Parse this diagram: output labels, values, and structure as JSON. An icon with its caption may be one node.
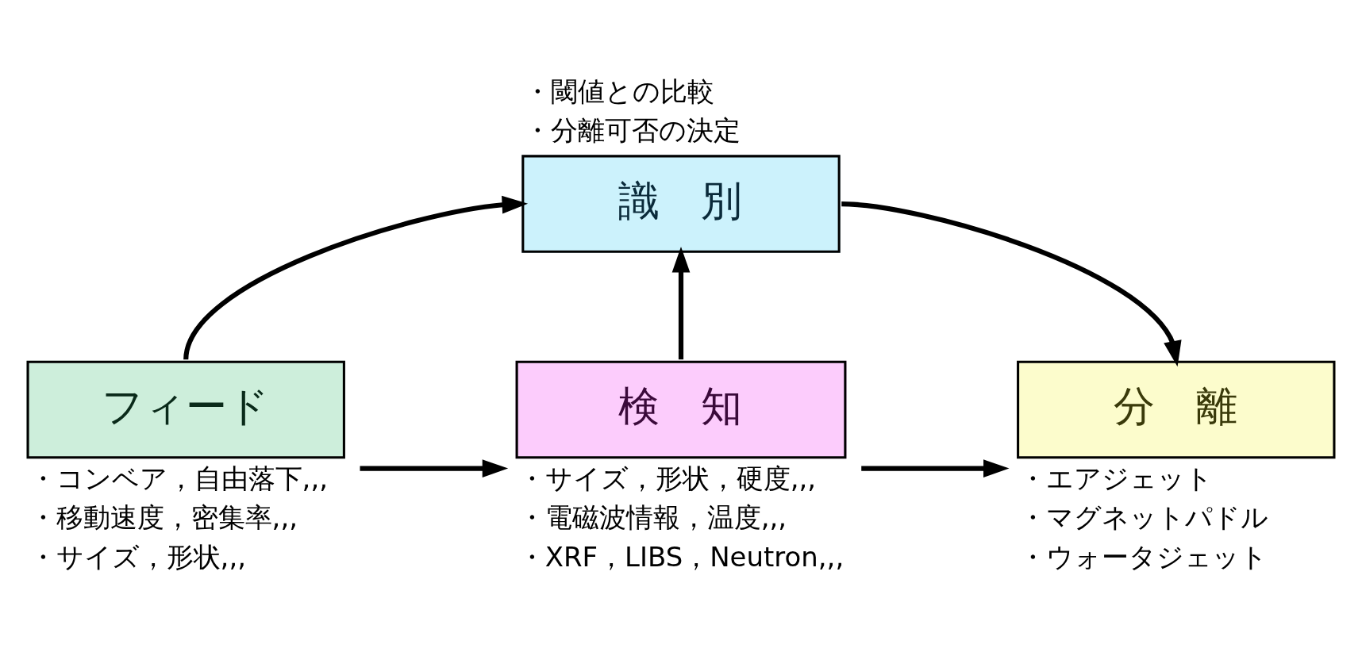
{
  "diagram": {
    "nodes": [
      {
        "text": [
          "識　別"
        ],
        "beside": [
          "・閾値との比較",
          "・分離可否の決定"
        ]
      },
      {
        "text": [
          "フィード"
        ],
        "beside": [
          "・コンベア，自由落下,,,",
          "・移動速度，密集率,,,",
          "・サイズ，形状,,,"
        ]
      },
      {
        "text": [
          "検　知"
        ],
        "beside": [
          "・サイズ，形状，硬度,,,",
          "・電磁波情報，温度,,,",
          "・XRF，LIBS，Neutron,,,"
        ]
      },
      {
        "text": [
          "分　離"
        ],
        "beside": [
          "・エアジェット",
          "・マグネットパドル",
          "・ウォータジェット"
        ]
      }
    ],
    "edges": [
      {
        "from": 1,
        "to": 0,
        "arrow": "to"
      },
      {
        "from": 1,
        "to": 2,
        "arrow": "to"
      },
      {
        "from": 2,
        "to": 0,
        "arrow": "to"
      },
      {
        "from": 0,
        "to": 3,
        "arrow": "to"
      },
      {
        "from": 2,
        "to": 3,
        "arrow": "to"
      }
    ]
  }
}
